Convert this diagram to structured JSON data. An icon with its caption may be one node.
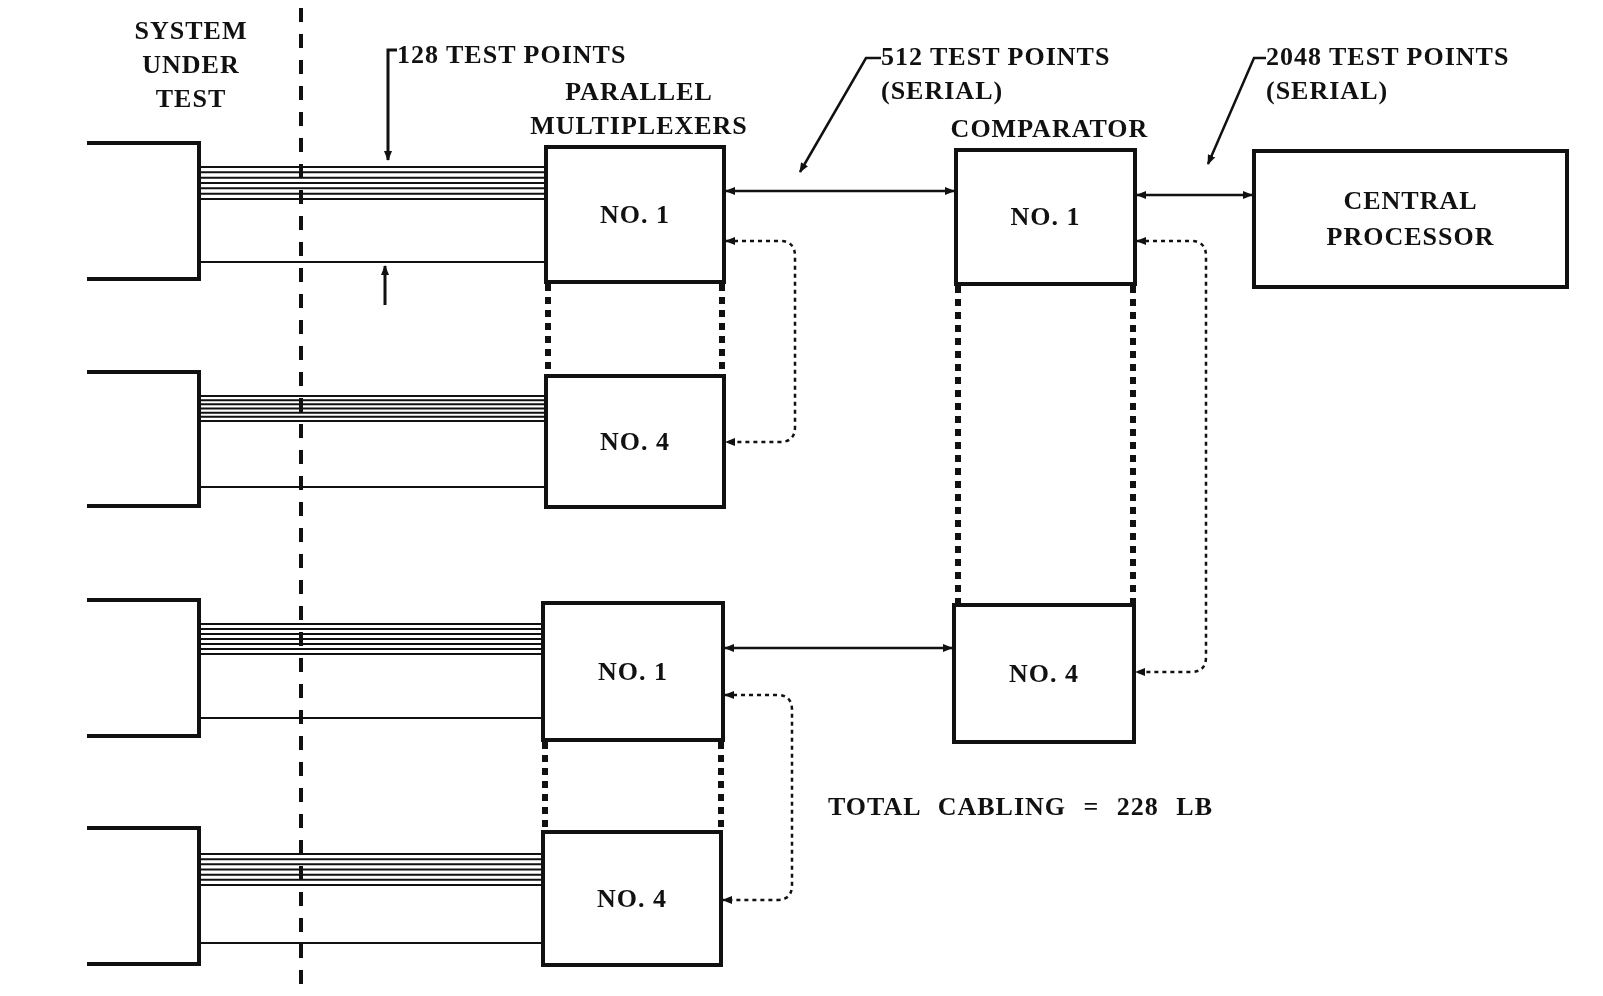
{
  "diagram": {
    "nodes": [
      {
        "text": [],
        "shape": "box"
      },
      {
        "text": [],
        "shape": "box"
      },
      {
        "text": [],
        "shape": "box"
      },
      {
        "text": [],
        "shape": "box"
      },
      {
        "text": [
          "PARALLEL MULTIPLEXERS",
          "NO. 1"
        ]
      },
      {
        "text": [
          "NO. 4"
        ]
      },
      {
        "text": [
          "NO. 1"
        ]
      },
      {
        "text": [
          "NO. 4"
        ]
      },
      {
        "text": [
          "COMPARATOR",
          "NO. 1"
        ]
      },
      {
        "text": [
          "NO. 4"
        ]
      },
      {
        "text": [
          "CENTRAL PROCESSOR"
        ]
      },
      {
        "text": [
          "512 TEST POINTS (SERIAL)"
        ]
      },
      {
        "text": [
          "2048 TEST POINTS (SERIAL)"
        ]
      }
    ],
    "edges": [
      {
        "from": 0,
        "to": 4,
        "arrow": "none"
      },
      {
        "from": 1,
        "to": 5,
        "arrow": "none"
      },
      {
        "from": 2,
        "to": 6,
        "arrow": "none"
      },
      {
        "from": 3,
        "to": 7,
        "arrow": "none"
      },
      {
        "from": 4,
        "to": 8,
        "arrow": "both"
      },
      {
        "from": 8,
        "to": 10,
        "arrow": "both"
      },
      {
        "from": 6,
        "to": 9,
        "arrow": "both"
      },
      {
        "from": 4,
        "to": 5,
        "arrow": "both",
        "style": "dashed"
      },
      {
        "from": 8,
        "to": 9,
        "arrow": "both",
        "style": "dashed"
      },
      {
        "from": 6,
        "to": 7,
        "arrow": "both",
        "style": "dashed"
      },
      {
        "from": 4,
        "to": 5,
        "arrow": "none",
        "style": "dashed"
      },
      {
        "from": 4,
        "to": 5,
        "arrow": "none",
        "style": "dashed"
      },
      {
        "from": 8,
        "to": 9,
        "arrow": "none",
        "style": "dashed"
      },
      {
        "from": 8,
        "to": 9,
        "arrow": "none",
        "style": "dashed"
      },
      {
        "from": 6,
        "to": 7,
        "arrow": "none",
        "style": "dashed"
      },
      {
        "from": 6,
        "to": 7,
        "arrow": "none",
        "style": "dashed"
      },
      {
        "from": 11,
        "to": null,
        "arrow": "to"
      },
      {
        "from": 12,
        "to": null,
        "arrow": "to"
      }
    ],
    "labels": [
      "SYSTEM UNDER TEST",
      "128 TEST POINTS",
      "TOTAL CABLING = 228 LB"
    ]
  }
}
